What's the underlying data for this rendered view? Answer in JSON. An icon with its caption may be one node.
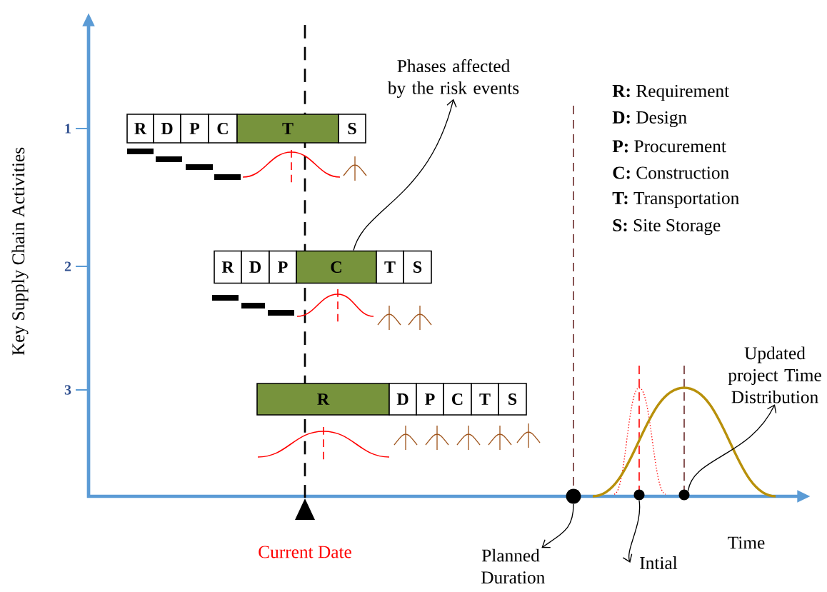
{
  "diagram": {
    "nodes": [
      {
        "text": [
          "Phases affected by the risk events"
        ]
      },
      {
        "text": [
          "R"
        ]
      },
      {
        "text": [
          "D"
        ]
      },
      {
        "text": [
          "P"
        ]
      },
      {
        "text": [
          "C"
        ]
      },
      {
        "text": [
          "T"
        ]
      },
      {
        "text": [
          "S"
        ]
      },
      {
        "text": [
          "R"
        ]
      },
      {
        "text": [
          "D"
        ]
      },
      {
        "text": [
          "P"
        ]
      },
      {
        "text": [
          "C"
        ]
      },
      {
        "text": [
          "T"
        ]
      },
      {
        "text": [
          "S"
        ]
      },
      {
        "text": [
          "R"
        ]
      },
      {
        "text": [
          "D"
        ]
      },
      {
        "text": [
          "P"
        ]
      },
      {
        "text": [
          "C"
        ]
      },
      {
        "text": [
          "T"
        ]
      },
      {
        "text": [
          "S"
        ]
      },
      {
        "text": [],
        "shape": "circle"
      },
      {
        "text": [],
        "shape": "circle"
      },
      {
        "text": [],
        "shape": "circle"
      },
      {
        "text": [
          "Updated project Time Distribution"
        ]
      },
      {
        "text": [
          "Planned Duration"
        ]
      },
      {
        "text": [
          "Intial"
        ]
      }
    ],
    "edges": [
      {
        "from": 10,
        "to": 0,
        "arrow": "to"
      },
      {
        "from": 19,
        "to": 23,
        "arrow": "to"
      },
      {
        "from": 20,
        "to": 24,
        "arrow": "to"
      },
      {
        "from": 21,
        "to": 22,
        "arrow": "to"
      }
    ],
    "labels": [
      "1",
      "2",
      "3",
      "Key Supply Chain Activities",
      "**R:** Requirement",
      "**D:** Design",
      "**P:** Procurement",
      "**C:** Construction",
      "**T:** Transportation",
      "**S:** Site Storage",
      "Current Date",
      "Time"
    ]
  }
}
